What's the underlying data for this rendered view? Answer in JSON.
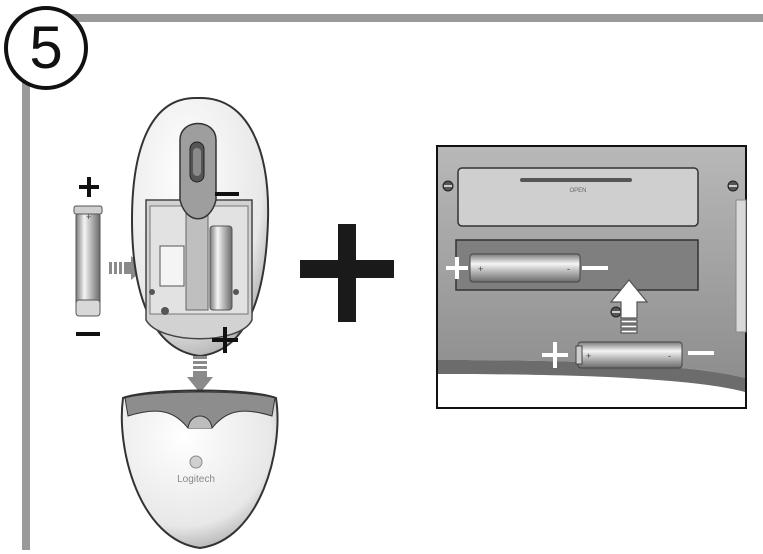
{
  "step": {
    "number": "5"
  },
  "mouse": {
    "logo_text": "Logitech"
  },
  "receiver": {
    "cover_label": "OPEN"
  },
  "symbols": {
    "plus": "+",
    "minus": "−"
  },
  "colors": {
    "frame_gray": "#9a9a9a",
    "light_gray": "#e6e6e6",
    "dark": "#111111",
    "battery_shine": "#f3f3f3"
  },
  "icons": [
    "step-number",
    "battery",
    "arrow-right",
    "arrow-down",
    "arrow-up",
    "plus-sign",
    "minus-sign",
    "screw"
  ]
}
